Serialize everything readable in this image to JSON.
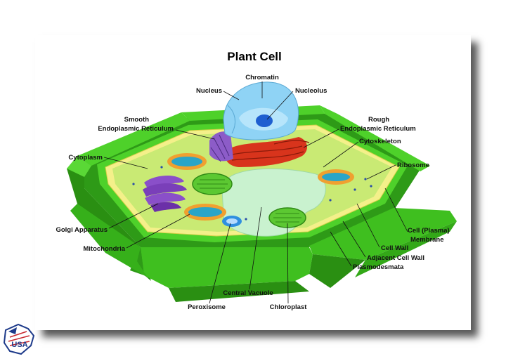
{
  "diagram": {
    "title": "Plant Cell",
    "labels": {
      "chromatin": "Chromatin",
      "nucleus": "Nucleus",
      "nucleolus": "Nucleolus",
      "smooth_er_1": "Smooth",
      "smooth_er_2": "Endoplasmic Reticulum",
      "rough_er_1": "Rough",
      "rough_er_2": "Endoplasmic Reticulum",
      "cytoskeleton": "Cytoskeleton",
      "cytoplasm": "Cytoplasm",
      "ribosome": "Ribosome",
      "golgi": "Golgi Apparatus",
      "mitochondria": "Mitochondria",
      "cell_membrane_1": "Cell (Plasma)",
      "cell_membrane_2": "Membrane",
      "cell_wall": "Cell Wall",
      "adjacent_cell_wall": "Adjacent Cell Wall",
      "plasmodesmata": "Plasmodesmata",
      "central_vacuole": "Central Vacuole",
      "peroxisome": "Peroxisome",
      "chloroplast": "Chloroplast"
    }
  },
  "badge": {
    "text": "USA",
    "icon": "usa-flag-map-icon"
  },
  "colors": {
    "cell_wall": "#3fbf1f",
    "cell_wall_dark": "#2a8f12",
    "membrane": "#f4f08a",
    "cytoplasm": "#c9ea74",
    "nucleus": "#8fd3f5",
    "nucleolus": "#1f5fd0",
    "rough_er": "#d8341c",
    "smooth_er": "#8c5cc8",
    "golgi": "#8a4fc9",
    "mitochondria": "#f0a030",
    "chloroplast": "#5cc832",
    "vacuole": "#c9f2cf",
    "peroxisome": "#2f8fe0"
  }
}
